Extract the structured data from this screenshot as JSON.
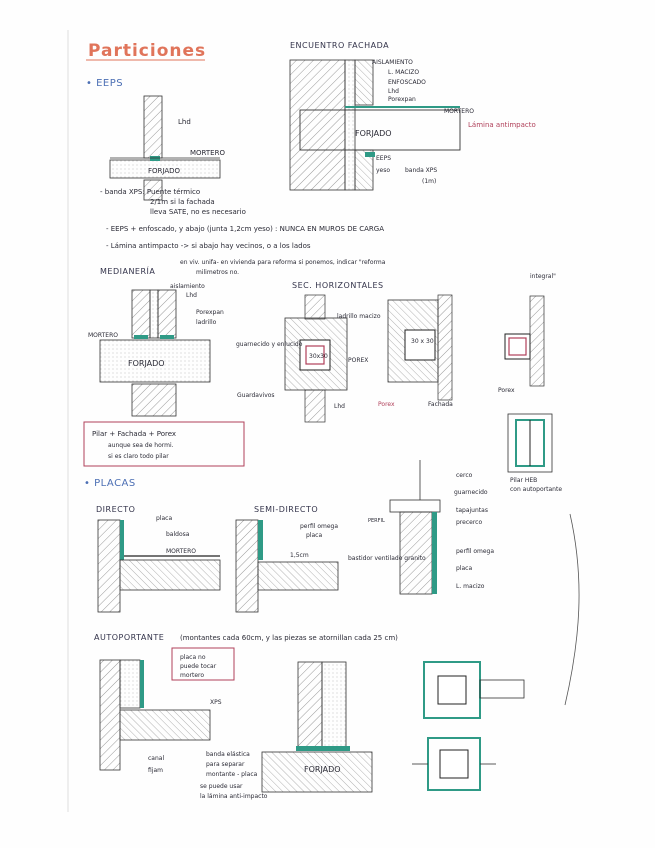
{
  "title": "Particiones",
  "sections": {
    "eeps": {
      "bullet": "• EEPS",
      "labels": {
        "lhd": "Lhd",
        "mortero": "MORTERO",
        "forjado": "FORJADO"
      },
      "notes": [
        "- banda XPS: Puente térmico",
        "2/1m si la fachada",
        "lleva SATE, no es necesario"
      ]
    },
    "encuentro": {
      "heading": "ENCUENTRO FACHADA",
      "labels": [
        "AISLAMIENTO",
        "L. MACIZO",
        "ENFOSCADO",
        "Lhd",
        "Porexpan",
        "MORTERO",
        "Lámina antimpacto",
        "FORJADO",
        "EEPS",
        "yeso",
        "banda XPS",
        "(1m)"
      ]
    },
    "notes2": [
      "- EEPS + enfoscado, y abajo (junta 1,2cm yeso) : NUNCA EN MUROS DE CARGA",
      "- Lámina antimpacto -> si abajo hay vecinos, o a los lados",
      "en viv. unifa- en vivienda para reforma si ponemos, indicar \"reforma",
      "milimetros no.",
      "integral\""
    ],
    "medianeria": {
      "heading": "MEDIANERÍA",
      "labels": {
        "aislamiento": "aislamiento",
        "lhd": "Lhd",
        "porexpan": "Porexpan",
        "ladrillo": "ladrillo",
        "mortero": "MORTERO",
        "forjado": "FORJADO"
      }
    },
    "sec_horizontales": {
      "heading": "SEC. HORIZONTALES",
      "labels": [
        "ladrillo macizo",
        "guarnecido y enlucido",
        "30x30",
        "POREX",
        "Guardavivos",
        "Lhd",
        "30 x 30",
        "Porex",
        "Fachada",
        "Porex"
      ],
      "pilar_heb": [
        "Pilar HEB",
        "con autoportante"
      ]
    },
    "callout": {
      "text": [
        "Pilar + Fachada + Porex",
        "aunque sea de hormi.",
        "si es claro todo pilar"
      ]
    },
    "placas": {
      "bullet": "• PLACAS",
      "directo": {
        "heading": "DIRECTO",
        "labels": [
          "placa",
          "baldosa",
          "MORTERO"
        ]
      },
      "semidirecto": {
        "heading": "SEMI-DIRECTO",
        "labels": [
          "perfil omega",
          "placa",
          "1,5cm"
        ]
      },
      "right": {
        "labels": [
          "cerco",
          "guarnecido",
          "tapajuntas",
          "precerco",
          "perfil omega",
          "placa",
          "L. macizo",
          "PERFIL",
          "bastidor ventilado granito"
        ]
      }
    },
    "autoportante": {
      "heading": "AUTOPORTANTE",
      "note": "(montantes cada 60cm, y las piezas se atornillan cada 25 cm)",
      "box": [
        "placa no",
        "puede tocar",
        "mortero"
      ],
      "labels": [
        "XPS",
        "canal",
        "fijam",
        "banda elástica",
        "para separar",
        "montante - placa",
        "se puede usar",
        "la lámina anti-impacto",
        "FORJADO"
      ]
    }
  }
}
